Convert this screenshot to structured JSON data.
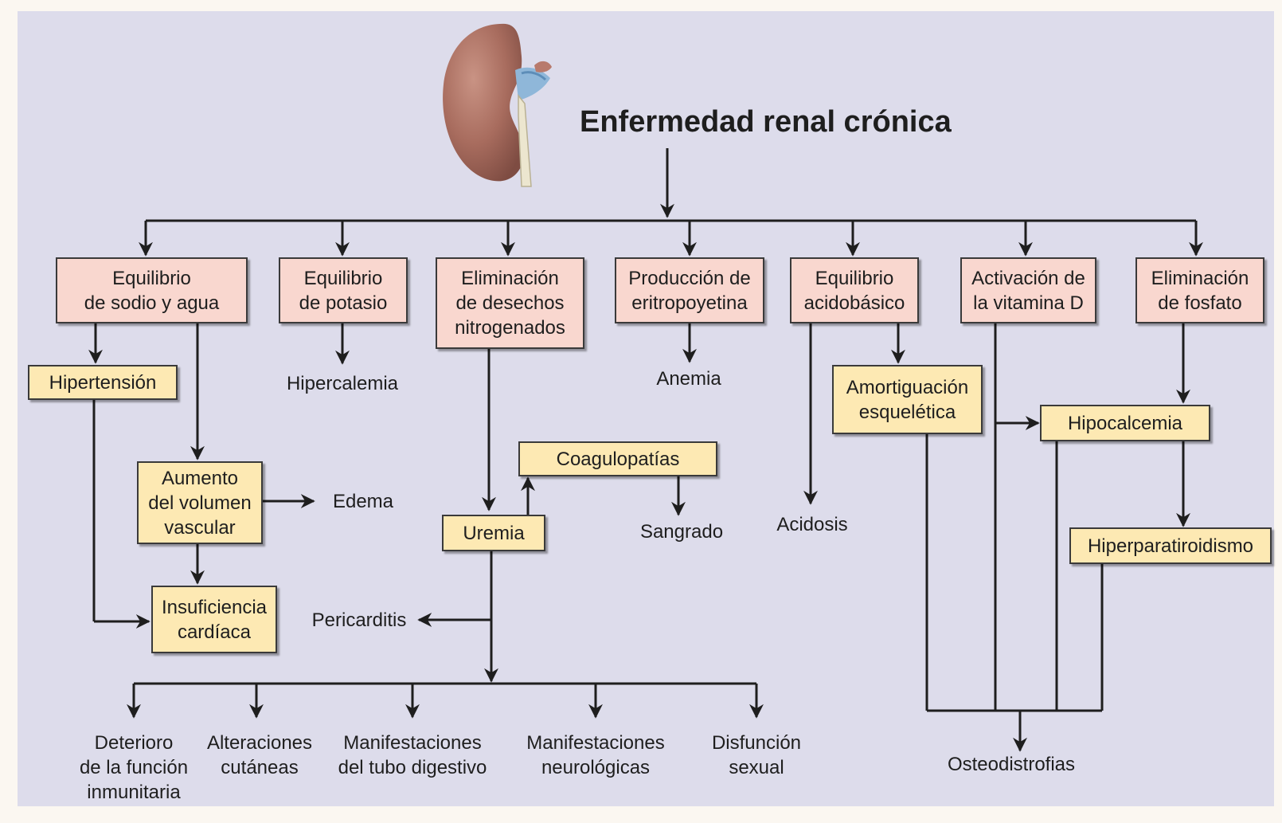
{
  "title": "Enfermedad renal crónica",
  "functions": {
    "sodio": "Equilibrio\nde sodio y agua",
    "potasio": "Equilibrio\nde potasio",
    "desechos": "Eliminación\nde desechos\nnitrogenados",
    "eritropoyetina": "Producción de\neritropoyetina",
    "acidobasico": "Equilibrio\nacidobásico",
    "vitamina_d": "Activación de\nla vitamina D",
    "fosfato": "Eliminación\nde fosfato"
  },
  "conditions": {
    "hipertension": "Hipertensión",
    "aumento_volumen": "Aumento\ndel volumen\nvascular",
    "insuficiencia": "Insuficiencia\ncardíaca",
    "coagulopatias": "Coagulopatías",
    "uremia": "Uremia",
    "amortiguacion": "Amortiguación\nesquelética",
    "hipocalcemia": "Hipocalcemia",
    "hiperparatiroidismo": "Hiperparatiroidismo"
  },
  "outcomes": {
    "hipercalemia": "Hipercalemia",
    "anemia": "Anemia",
    "edema": "Edema",
    "sangrado": "Sangrado",
    "acidosis": "Acidosis",
    "pericarditis": "Pericarditis",
    "deterioro": "Deterioro\nde la función\ninmunitaria",
    "alteraciones": "Alteraciones\ncutáneas",
    "digestivo": "Manifestaciones\ndel tubo digestivo",
    "neurologicas": "Manifestaciones\nneurológicas",
    "sexual": "Disfunción\nsexual",
    "osteodistrofias": "Osteodistrofias"
  }
}
